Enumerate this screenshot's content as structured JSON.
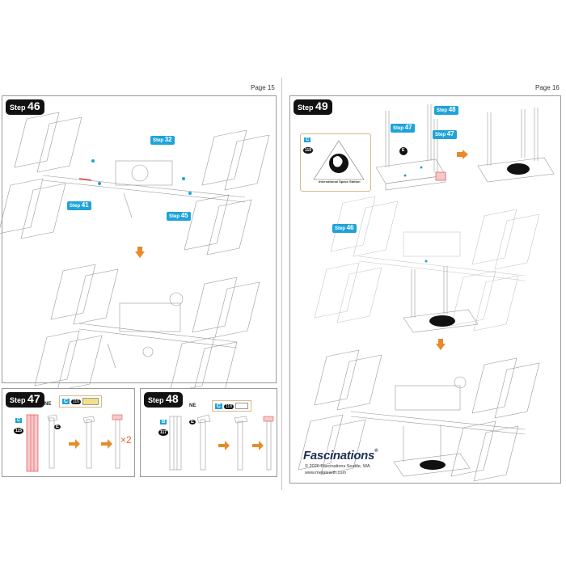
{
  "left_page": {
    "page_label": "Page 15"
  },
  "right_page": {
    "page_label": "Page 16"
  },
  "steps": {
    "s46": {
      "word": "Step",
      "num": "46"
    },
    "s47": {
      "word": "Step",
      "num": "47"
    },
    "s48": {
      "word": "Step",
      "num": "48"
    },
    "s49": {
      "word": "Step",
      "num": "49"
    }
  },
  "refs": {
    "r32": {
      "word": "Step",
      "num": "32"
    },
    "r41": {
      "word": "Step",
      "num": "41"
    },
    "r45": {
      "word": "Step",
      "num": "45"
    },
    "r48": {
      "word": "Step",
      "num": "48"
    },
    "r47a": {
      "word": "Step",
      "num": "47"
    },
    "r47b": {
      "word": "Step",
      "num": "47"
    },
    "r46": {
      "word": "Step",
      "num": "46"
    }
  },
  "parts": {
    "p47_letter": "C",
    "p47_num": "115",
    "p47_ne": "NE",
    "p47_e": "E",
    "p47_c2": "C",
    "p47_num2": "116",
    "p48_letter": "B",
    "p48_num": "117",
    "p48_ne": "NE",
    "p48_e": "E",
    "p48_c2": "C",
    "p48_num2": "118",
    "p49_letter": "C",
    "p49_num": "119",
    "p49_e": "E",
    "times": "×2"
  },
  "stand_text": "International Space Station",
  "footer": {
    "brand": "Fascinations",
    "trademark": "®",
    "copyright": "© 2020 Fascinations Seattle, WA",
    "url": "www.metalearth.com"
  },
  "colors": {
    "accent_blue": "#1fa3d8",
    "arrow_orange": "#e98a2a",
    "step_black": "#111111",
    "highlight_red": "#e23b3b"
  }
}
